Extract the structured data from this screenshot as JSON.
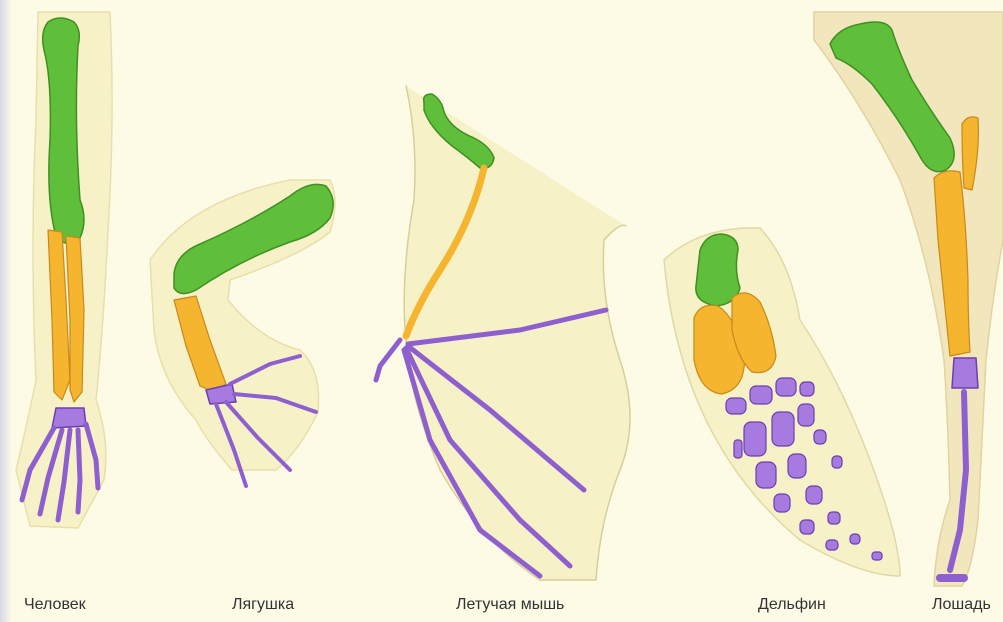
{
  "figure": {
    "labels": [
      "Человек",
      "Лягушка",
      "Летучая мышь",
      "Дельфин",
      "Лошадь"
    ],
    "colors": {
      "background": "#fdfbe6",
      "outline_fill": "#f7f1c8",
      "humerus": "#5fbf3a",
      "forearm": "#f5b52e",
      "hand": "#8e5fcf"
    }
  }
}
